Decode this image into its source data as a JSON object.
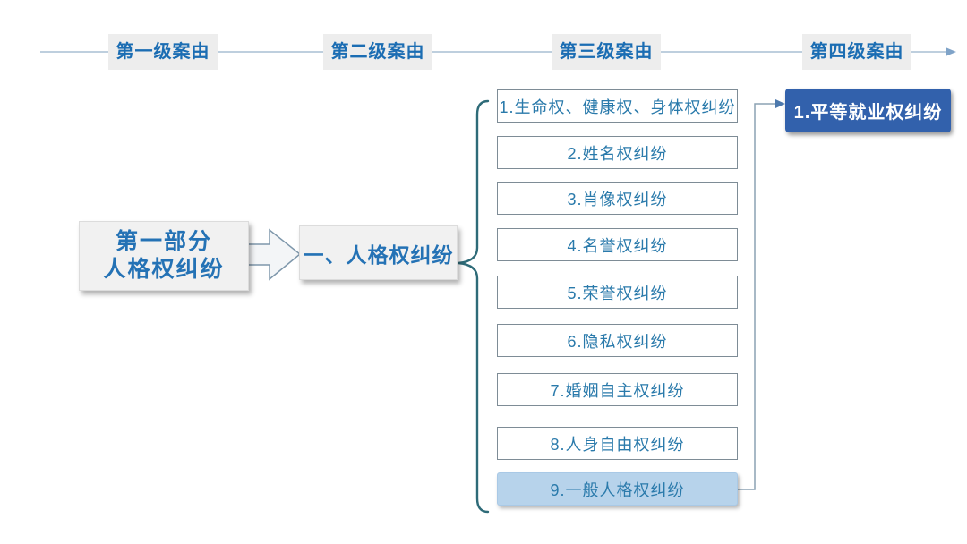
{
  "diagram": {
    "headers": [
      {
        "label": "第一级案由"
      },
      {
        "label": "第二级案由"
      },
      {
        "label": "第三级案由"
      },
      {
        "label": "第四级案由"
      }
    ],
    "level1_node": {
      "line1": "第一部分",
      "line2": "人格权纠纷"
    },
    "level2_node": {
      "label": "一、人格权纠纷"
    },
    "level3_nodes": [
      {
        "label": "1.生命权、健康权、身体权纠纷"
      },
      {
        "label": "2.姓名权纠纷"
      },
      {
        "label": "3.肖像权纠纷"
      },
      {
        "label": "4.名誉权纠纷"
      },
      {
        "label": "5.荣誉权纠纷"
      },
      {
        "label": "6.隐私权纠纷"
      },
      {
        "label": "7.婚姻自主权纠纷"
      },
      {
        "label": "8.人身自由权纠纷"
      },
      {
        "label": "9.一般人格权纠纷",
        "highlighted": true
      }
    ],
    "level4_node": {
      "label": "1.平等就业权纠纷"
    }
  },
  "colors": {
    "header_text": "#1b6db3",
    "level1_text": "#2472b5",
    "node_text": "#2a7aab",
    "node_border": "#7e8c96",
    "gray_node_bg": "#f1f1f1",
    "highlight_bg": "#b7d3eb",
    "level4_bg": "#3261ac",
    "level4_text": "#ffffff",
    "brace": "#2e6b78",
    "connector_line": "#8ba2b4",
    "top_line": "#a9bfd3"
  }
}
